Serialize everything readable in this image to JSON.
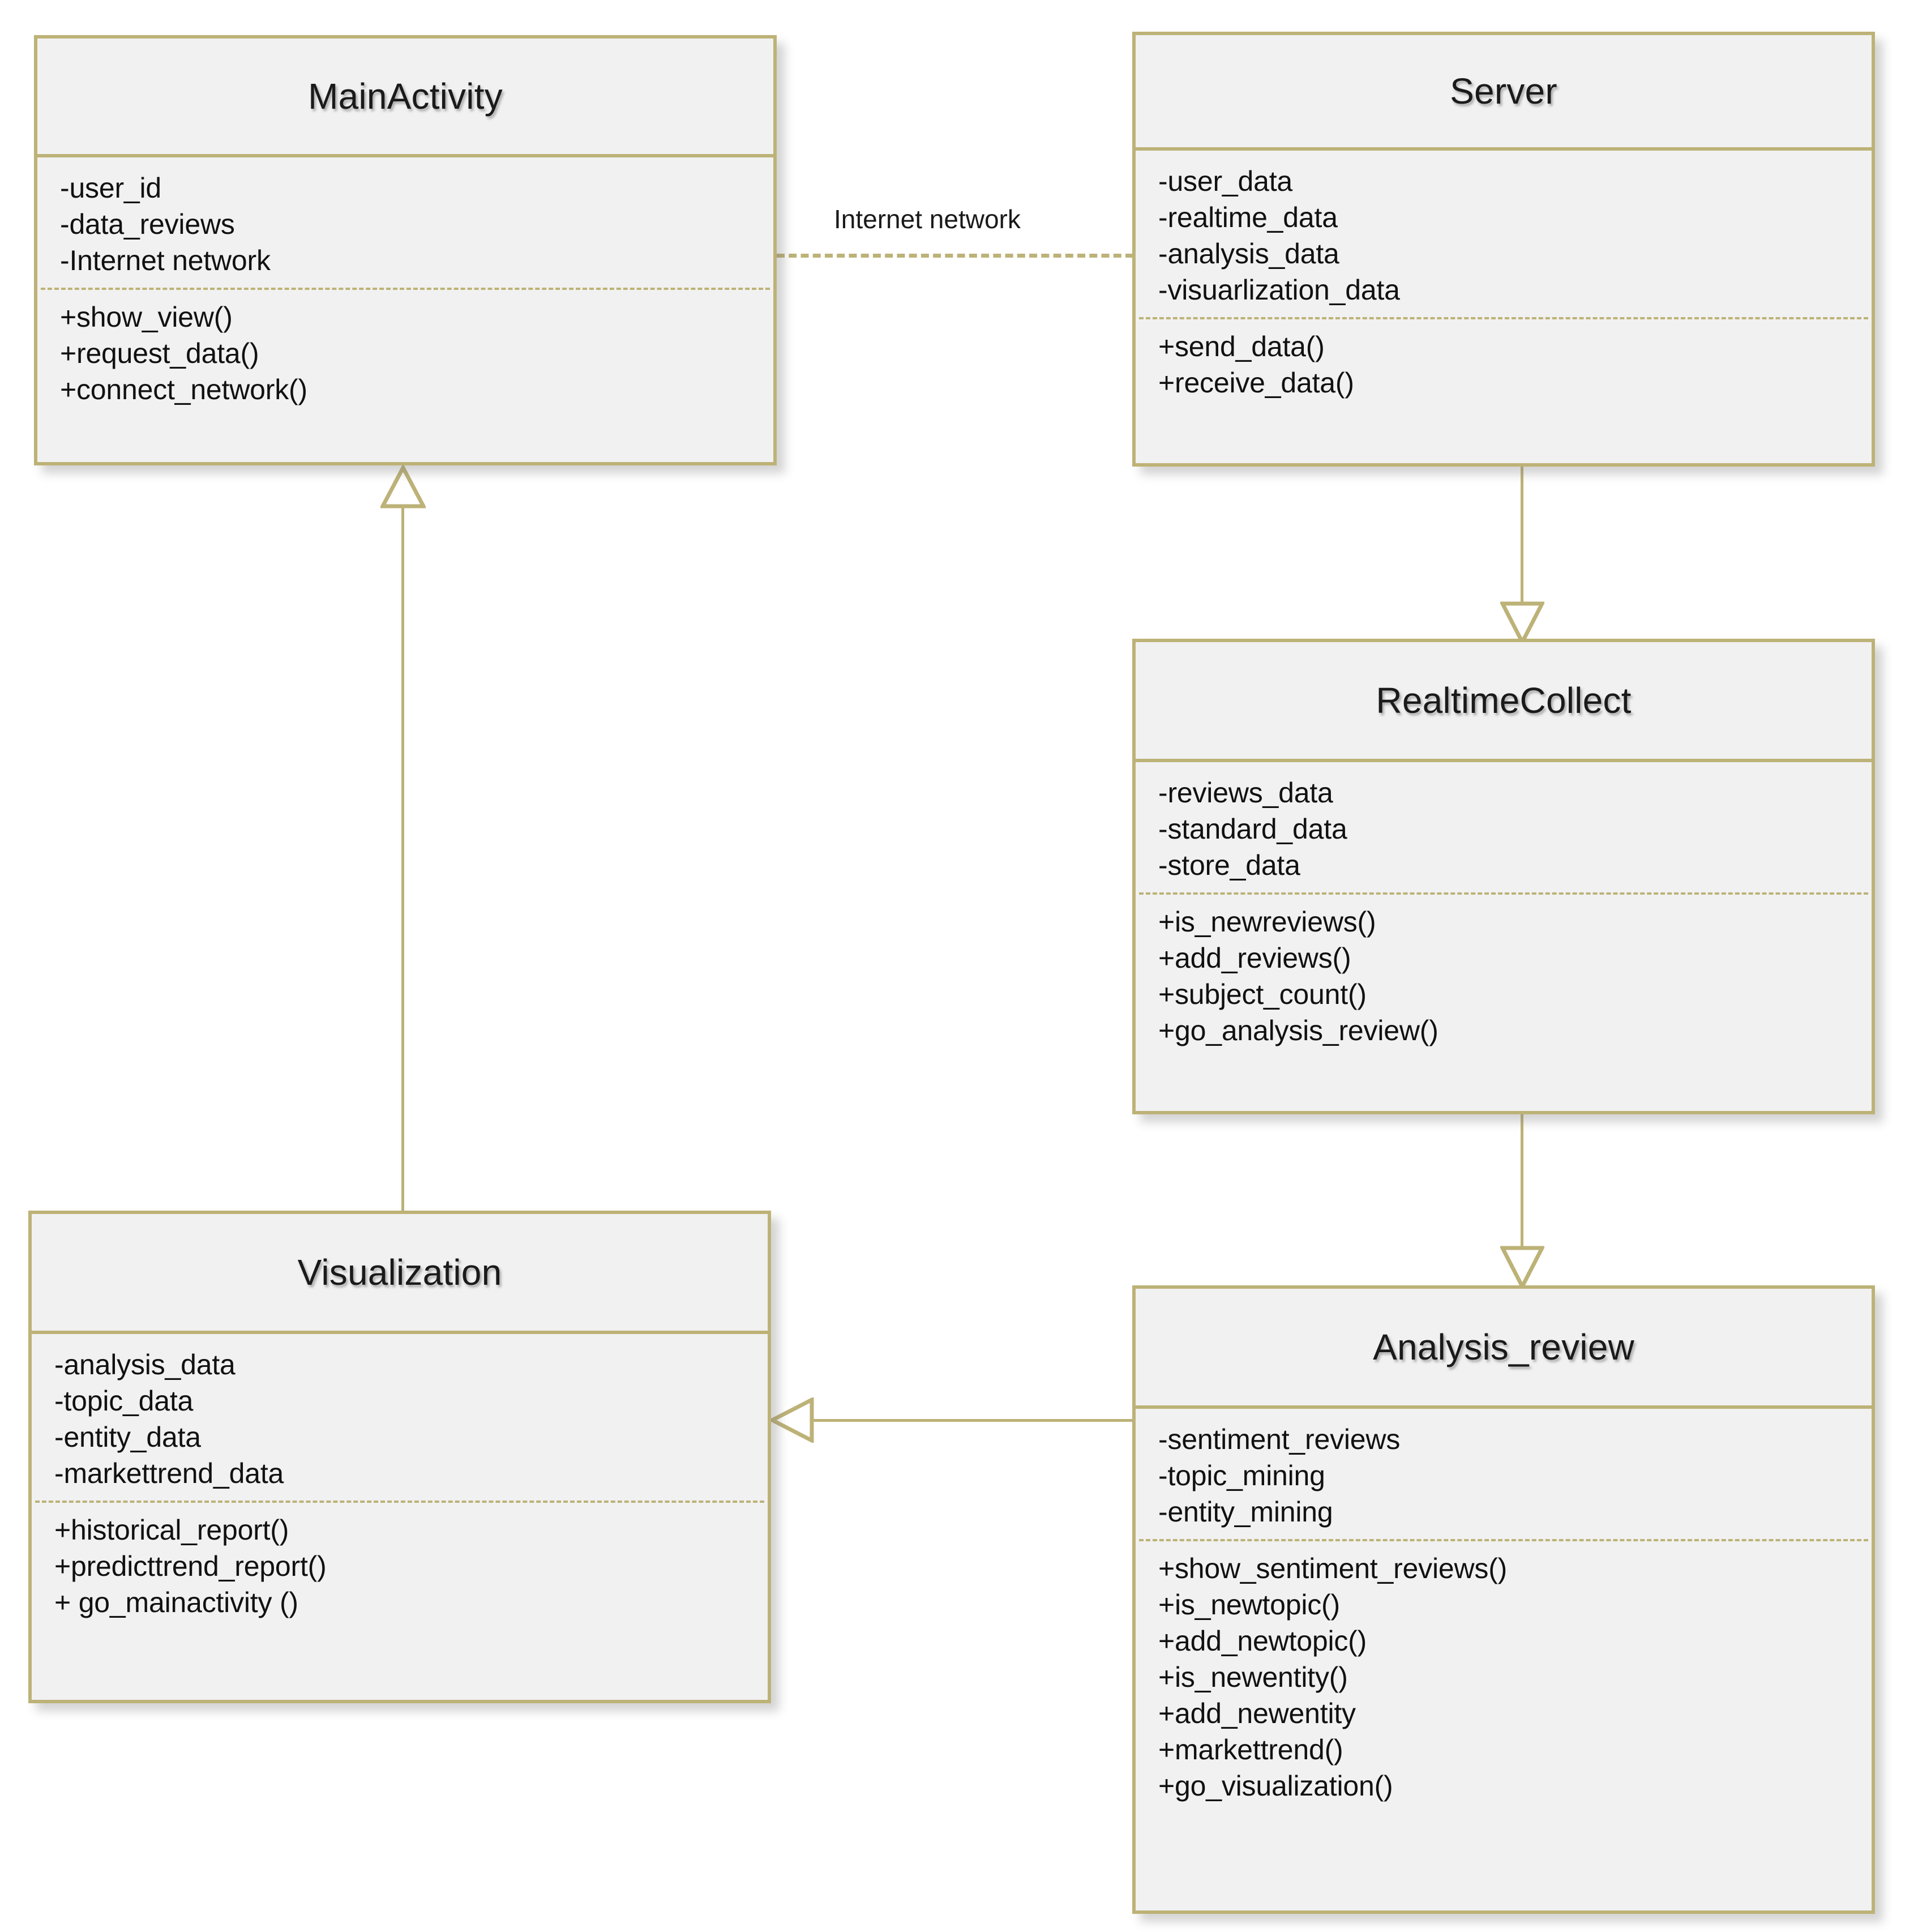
{
  "diagram": {
    "type": "uml-class-diagram",
    "colors": {
      "border": "#bdb277",
      "fill": "#f1f1f1",
      "text": "#111111",
      "background": "#ffffff"
    },
    "classes": [
      {
        "id": "mainactivity",
        "name": "MainActivity",
        "attributes": [
          "-user_id",
          "-data_reviews",
          "-Internet network"
        ],
        "operations": [
          "+show_view()",
          "+request_data()",
          "+connect_network()"
        ]
      },
      {
        "id": "server",
        "name": "Server",
        "attributes": [
          "-user_data",
          "-realtime_data",
          "-analysis_data",
          "-visuarlization_data"
        ],
        "operations": [
          "+send_data()",
          "+receive_data()"
        ]
      },
      {
        "id": "realtimecollect",
        "name": "RealtimeCollect",
        "attributes": [
          "-reviews_data",
          "-standard_data",
          "-store_data"
        ],
        "operations": [
          "+is_newreviews()",
          "+add_reviews()",
          "+subject_count()",
          "+go_analysis_review()"
        ]
      },
      {
        "id": "visualization",
        "name": "Visualization",
        "attributes": [
          "-analysis_data",
          "-topic_data",
          "-entity_data",
          "-markettrend_data"
        ],
        "operations": [
          "+historical_report()",
          "+predicttrend_report()",
          "+ go_mainactivity ()"
        ]
      },
      {
        "id": "analysis_review",
        "name": "Analysis_review",
        "attributes": [
          "-sentiment_reviews",
          "-topic_mining",
          "-entity_mining"
        ],
        "operations": [
          "+show_sentiment_reviews()",
          "+is_newtopic()",
          "+add_newtopic()",
          "+is_newentity()",
          "+add_newentity",
          "+markettrend()",
          "+go_visualization()"
        ]
      }
    ],
    "relationships": [
      {
        "id": "rel-internet",
        "from": "mainactivity",
        "to": "server",
        "style": "dashed",
        "arrow": "none",
        "label": "Internet network"
      },
      {
        "id": "rel-visualization-mainactivity",
        "from": "visualization",
        "to": "mainactivity",
        "style": "solid",
        "arrow": "hollow-triangle-up",
        "label": ""
      },
      {
        "id": "rel-server-realtimecollect",
        "from": "server",
        "to": "realtimecollect",
        "style": "solid",
        "arrow": "hollow-triangle-down",
        "label": ""
      },
      {
        "id": "rel-realtimecollect-analysisreview",
        "from": "realtimecollect",
        "to": "analysis_review",
        "style": "solid",
        "arrow": "hollow-triangle-down",
        "label": ""
      },
      {
        "id": "rel-analysisreview-visualization",
        "from": "analysis_review",
        "to": "visualization",
        "style": "solid",
        "arrow": "hollow-triangle-left",
        "label": ""
      }
    ]
  }
}
